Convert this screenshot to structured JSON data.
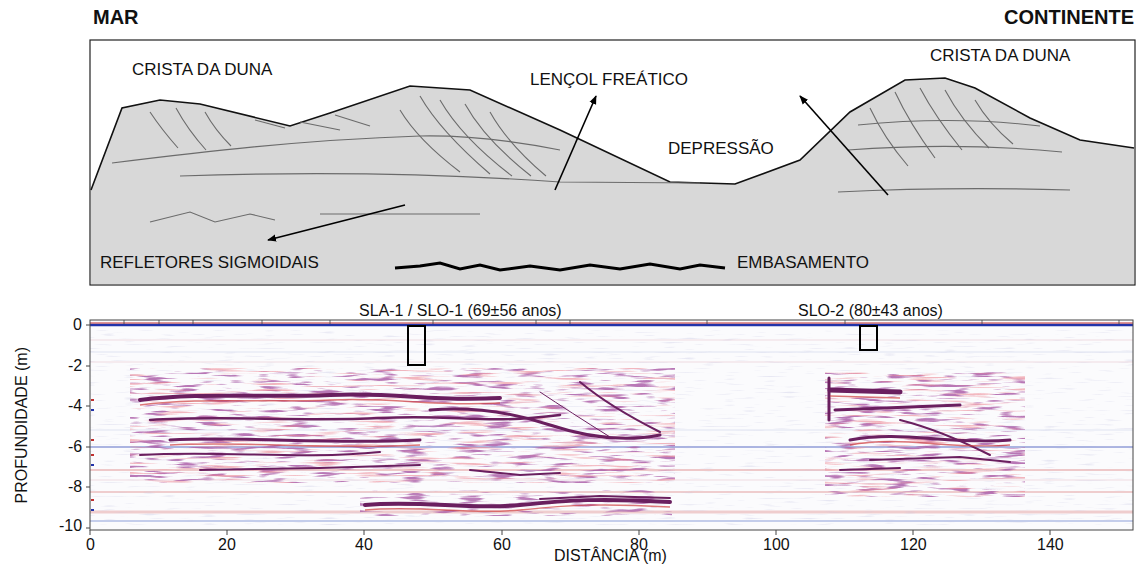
{
  "diagram": {
    "labels": [
      "MAR",
      "CONTINENTE",
      "CRISTA DA DUNA",
      "LENÇOL FREÁTICO",
      "CRISTA DA DUNA",
      "DEPRESSÃO",
      "REFLETORES SIGMOIDAIS",
      "EMBASAMENTO",
      "SLA-1 / SLO-1 (69±56 anos)",
      "SLO-2 (80±43 anos)",
      "PROFUNDIDADE (m)",
      "0",
      "-2",
      "-4",
      "-6",
      "-8",
      "-10",
      "DISTÂNCIA (m)",
      "0",
      "20",
      "40",
      "60",
      "80",
      "100",
      "120",
      "140"
    ]
  }
}
